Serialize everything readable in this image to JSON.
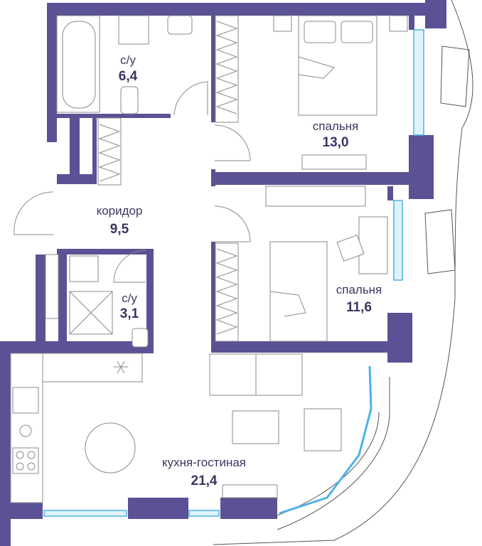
{
  "plan": {
    "colors": {
      "wall": "#5a5294",
      "window": "#4db2e6",
      "text": "#3a3560"
    },
    "rooms": [
      {
        "name": "с/у",
        "area": "6,4"
      },
      {
        "name": "спальня",
        "area": "13,0"
      },
      {
        "name": "коридор",
        "area": "9,5"
      },
      {
        "name": "с/у",
        "area": "3,1"
      },
      {
        "name": "спальня",
        "area": "11,6"
      },
      {
        "name": "кухня-гостиная",
        "area": "21,4"
      }
    ]
  }
}
